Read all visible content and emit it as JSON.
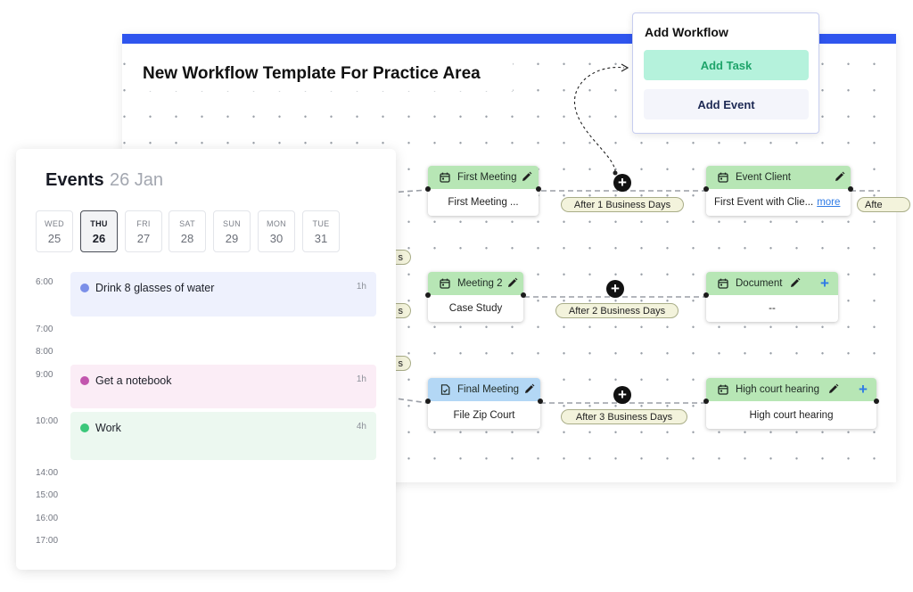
{
  "workflow": {
    "title": "New Workflow Template For Practice Area",
    "accent": "#2f55ee",
    "rows": [
      {
        "left_node": {
          "title": "First Meeting",
          "body": "First Meeting ...",
          "color": "green"
        },
        "pill": "After 1 Business Days",
        "right_node": {
          "title": "Event Client",
          "body": "First Event with Clie...",
          "more": "more"
        },
        "right_pill_partial": "Afte"
      },
      {
        "left_node": {
          "title": "Meeting 2",
          "body": "Case Study",
          "color": "green"
        },
        "pill": "After 2 Business Days",
        "right_node": {
          "title": "Document",
          "body": "--"
        },
        "left_pill_partial": "s"
      },
      {
        "left_node": {
          "title": "Final Meeting",
          "body": "File Zip Court",
          "color": "blue"
        },
        "pill": "After 3 Business Days",
        "right_node": {
          "title": "High court hearing",
          "body": "High court hearing"
        },
        "left_pill_partial": "s"
      }
    ]
  },
  "popup": {
    "title": "Add Workflow",
    "add_task": "Add Task",
    "add_event": "Add Event"
  },
  "events": {
    "title": "Events",
    "date": "26 Jan",
    "days": [
      {
        "name": "WED",
        "num": "25"
      },
      {
        "name": "THU",
        "num": "26",
        "selected": true
      },
      {
        "name": "FRI",
        "num": "27"
      },
      {
        "name": "SAT",
        "num": "28"
      },
      {
        "name": "SUN",
        "num": "29"
      },
      {
        "name": "MON",
        "num": "30"
      },
      {
        "name": "TUE",
        "num": "31"
      }
    ],
    "times": [
      "6:00",
      "7:00",
      "8:00",
      "9:00",
      "10:00",
      "14:00",
      "15:00",
      "16:00",
      "17:00"
    ],
    "items": [
      {
        "label": "Drink 8 glasses of water",
        "duration": "1h",
        "dot": "#7b8fe8",
        "bg": "#eef1fd"
      },
      {
        "label": "Get a notebook",
        "duration": "1h",
        "dot": "#c256ae",
        "bg": "#fbedf6"
      },
      {
        "label": "Work",
        "duration": "4h",
        "dot": "#3bc77a",
        "bg": "#ecf8f0"
      }
    ]
  }
}
